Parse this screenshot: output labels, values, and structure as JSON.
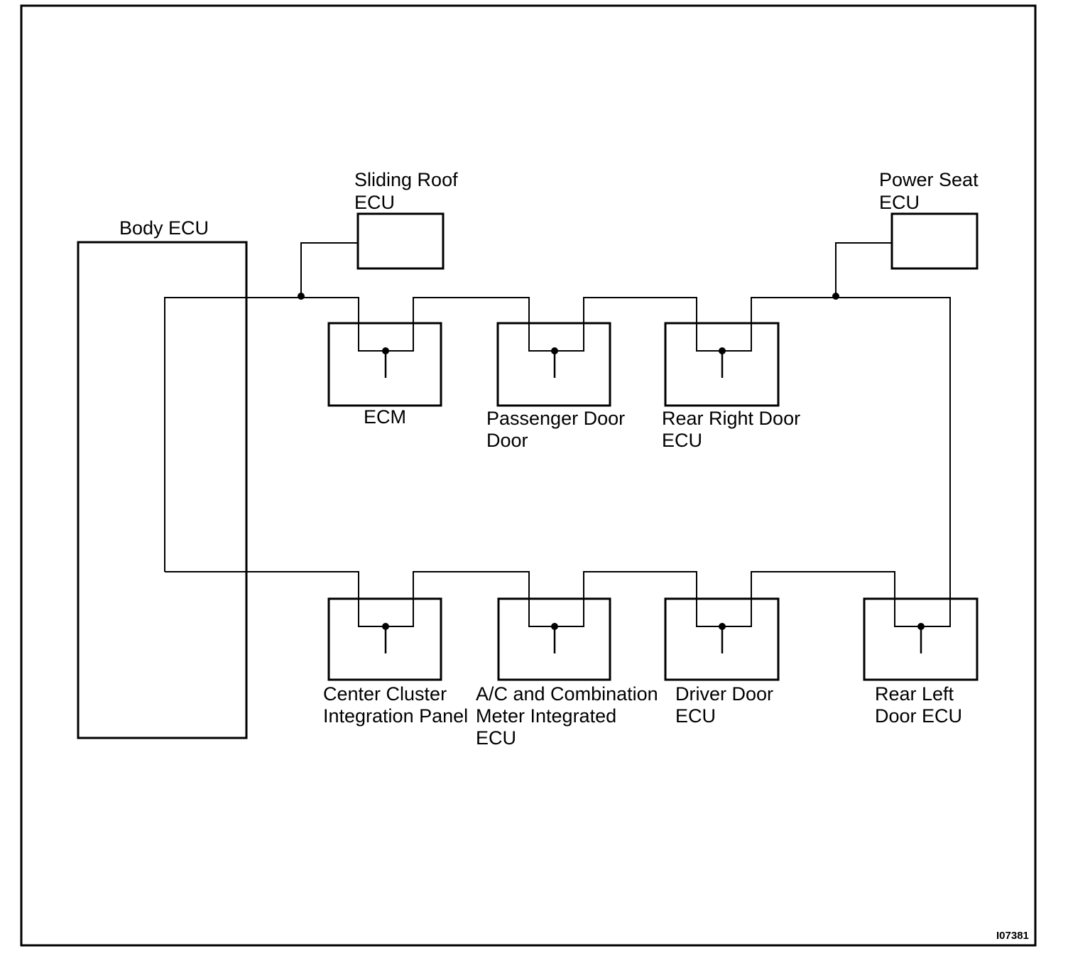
{
  "components": {
    "body_ecu": [
      "Body ECU"
    ],
    "sliding_roof_ecu": [
      "Sliding Roof",
      "ECU"
    ],
    "power_seat_ecu": [
      "Power Seat",
      "ECU"
    ],
    "ecm": [
      "ECM"
    ],
    "passenger_door": [
      "Passenger Door",
      "Door"
    ],
    "rear_right_door_ecu": [
      "Rear Right Door",
      "ECU"
    ],
    "center_cluster": [
      "Center Cluster",
      "Integration Panel"
    ],
    "ac_combination_meter": [
      "A/C and Combination",
      "Meter Integrated",
      "ECU"
    ],
    "driver_door_ecu": [
      "Driver Door",
      "ECU"
    ],
    "rear_left_door_ecu": [
      "Rear Left",
      "Door ECU"
    ]
  },
  "figure_code": "I07381"
}
